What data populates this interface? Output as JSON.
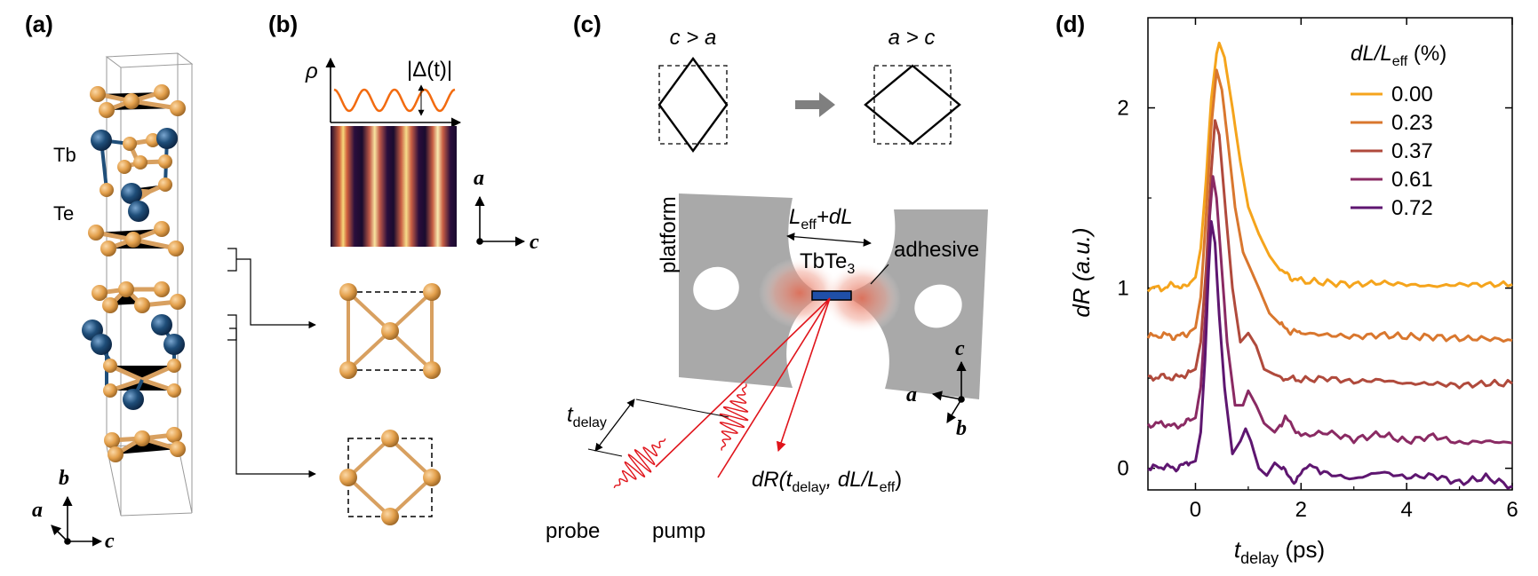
{
  "panels": {
    "a": {
      "label": "(a)",
      "atom_labels": {
        "tb": "Tb",
        "te": "Te"
      },
      "axes": {
        "a": "a",
        "b": "b",
        "c": "c"
      },
      "colors": {
        "te": "#e3a04c",
        "tb": "#1f4e79",
        "bond": "#d8a060"
      }
    },
    "b": {
      "label": "(b)",
      "rho": "ρ",
      "gap_label": "|Δ(t)|",
      "axes": {
        "a": "a",
        "c": "c"
      },
      "wave_color": "#f26b10"
    },
    "c": {
      "label": "(c)",
      "strain_left": "c > a",
      "strain_right": "a > c",
      "platform": "platform",
      "length_main": "L",
      "length_sub": "eff",
      "length_tail": "+dL",
      "sample_main": "TbTe",
      "sample_sub": "3",
      "adhesive": "adhesive",
      "t_main": "t",
      "t_sub": "delay",
      "dr_formula_head": "dR(t",
      "dr_formula_sub1": "delay",
      "dr_formula_mid": ", dL/L",
      "dr_formula_sub2": "eff",
      "dr_formula_tail": ")",
      "probe": "probe",
      "pump": "pump",
      "axes": {
        "a": "a",
        "b": "b",
        "c": "c"
      },
      "colors": {
        "platform": "#a9a9a9",
        "beam": "#e0141b",
        "sample": "#1f4fa8"
      }
    },
    "d": {
      "label": "(d)"
    }
  },
  "chart_data": {
    "type": "line",
    "xlabel_main": "t",
    "xlabel_sub": "delay",
    "xlabel_tail": " (ps)",
    "ylabel": "dR (a.u.)",
    "xlim": [
      -0.9,
      6
    ],
    "ylim": [
      -0.12,
      2.5
    ],
    "x_ticks": [
      0,
      2,
      4,
      6
    ],
    "y_ticks": [
      0,
      1,
      2
    ],
    "legend_title_main": "dL/L",
    "legend_title_sub": "eff",
    "legend_title_tail": " (%)",
    "legend_position": "top-right",
    "series": [
      {
        "name": "0.00",
        "color": "#f5a41c",
        "baseline": 1.0,
        "peak_t": 0.45,
        "peak_v": 2.36,
        "x": [
          -0.9,
          -0.6,
          -0.4,
          -0.2,
          0.0,
          0.1,
          0.2,
          0.3,
          0.4,
          0.45,
          0.55,
          0.7,
          0.85,
          1.0,
          1.2,
          1.4,
          1.6,
          1.8,
          2.0,
          2.5,
          3.0,
          3.5,
          4.0,
          4.5,
          5.0,
          5.5,
          6.0
        ],
        "y": [
          1.0,
          1.0,
          1.02,
          1.0,
          1.06,
          1.22,
          1.6,
          2.05,
          2.3,
          2.36,
          2.28,
          2.0,
          1.7,
          1.45,
          1.3,
          1.18,
          1.1,
          1.06,
          1.04,
          1.03,
          1.02,
          1.03,
          1.02,
          1.01,
          1.02,
          1.02,
          1.02
        ]
      },
      {
        "name": "0.23",
        "color": "#d9772e",
        "baseline": 0.73,
        "peak_t": 0.4,
        "peak_v": 2.21,
        "x": [
          -0.9,
          -0.6,
          -0.4,
          -0.2,
          0.0,
          0.1,
          0.2,
          0.3,
          0.4,
          0.5,
          0.6,
          0.75,
          0.9,
          1.05,
          1.2,
          1.4,
          1.6,
          1.8,
          2.0,
          2.5,
          3.0,
          3.5,
          4.0,
          4.5,
          5.0,
          5.5,
          6.0
        ],
        "y": [
          0.73,
          0.74,
          0.73,
          0.74,
          0.78,
          0.95,
          1.4,
          1.9,
          2.21,
          2.1,
          1.85,
          1.45,
          1.2,
          1.1,
          1.0,
          0.86,
          0.8,
          0.76,
          0.75,
          0.74,
          0.73,
          0.74,
          0.73,
          0.73,
          0.72,
          0.72,
          0.71
        ]
      },
      {
        "name": "0.37",
        "color": "#b04a3c",
        "baseline": 0.5,
        "peak_t": 0.37,
        "peak_v": 1.93,
        "x": [
          -0.9,
          -0.6,
          -0.4,
          -0.2,
          0.0,
          0.1,
          0.2,
          0.3,
          0.37,
          0.45,
          0.55,
          0.7,
          0.85,
          1.0,
          1.15,
          1.3,
          1.5,
          1.7,
          2.0,
          2.5,
          3.0,
          3.5,
          4.0,
          4.5,
          5.0,
          5.5,
          6.0
        ],
        "y": [
          0.5,
          0.51,
          0.5,
          0.52,
          0.55,
          0.7,
          1.1,
          1.65,
          1.93,
          1.85,
          1.5,
          1.0,
          0.7,
          0.75,
          0.68,
          0.55,
          0.52,
          0.5,
          0.49,
          0.5,
          0.48,
          0.49,
          0.47,
          0.47,
          0.46,
          0.47,
          0.47
        ]
      },
      {
        "name": "0.61",
        "color": "#8a2a63",
        "baseline": 0.25,
        "peak_t": 0.33,
        "peak_v": 1.62,
        "x": [
          -0.9,
          -0.6,
          -0.4,
          -0.2,
          0.0,
          0.1,
          0.2,
          0.27,
          0.33,
          0.4,
          0.5,
          0.6,
          0.75,
          0.9,
          1.0,
          1.15,
          1.3,
          1.5,
          1.7,
          2.0,
          2.5,
          3.0,
          3.5,
          4.0,
          4.5,
          5.0,
          5.5,
          6.0
        ],
        "y": [
          0.24,
          0.25,
          0.23,
          0.25,
          0.28,
          0.45,
          0.9,
          1.4,
          1.62,
          1.5,
          1.1,
          0.7,
          0.35,
          0.35,
          0.43,
          0.35,
          0.25,
          0.2,
          0.28,
          0.18,
          0.2,
          0.16,
          0.19,
          0.15,
          0.18,
          0.14,
          0.15,
          0.14
        ]
      },
      {
        "name": "0.72",
        "color": "#5e1670",
        "baseline": 0.0,
        "peak_t": 0.3,
        "peak_v": 1.37,
        "x": [
          -0.9,
          -0.6,
          -0.4,
          -0.2,
          0.0,
          0.1,
          0.18,
          0.25,
          0.3,
          0.37,
          0.45,
          0.55,
          0.7,
          0.85,
          0.95,
          1.05,
          1.2,
          1.35,
          1.5,
          1.7,
          1.9,
          2.1,
          2.5,
          3.0,
          3.5,
          4.0,
          4.5,
          5.0,
          5.5,
          6.0
        ],
        "y": [
          0.0,
          0.01,
          0.0,
          0.02,
          0.04,
          0.2,
          0.6,
          1.1,
          1.37,
          1.25,
          0.85,
          0.45,
          0.08,
          0.15,
          0.22,
          0.15,
          0.0,
          -0.04,
          0.03,
          -0.02,
          -0.08,
          0.02,
          -0.03,
          -0.06,
          -0.02,
          -0.05,
          -0.04,
          -0.08,
          -0.05,
          -0.1
        ]
      }
    ]
  }
}
